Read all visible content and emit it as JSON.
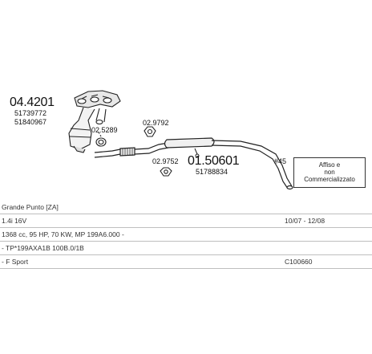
{
  "parts": {
    "manifold_cat": {
      "code": "04.4201",
      "refs": [
        "51739772",
        "51840967"
      ]
    },
    "gasket_a": {
      "code": "02.5289"
    },
    "gasket_b": {
      "code": "02.9752"
    },
    "clamp": {
      "code": "02.9792"
    },
    "mid_silencer": {
      "code": "01.50601",
      "ref": "51788834"
    },
    "tail_ref": {
      "code": "#45"
    }
  },
  "note": {
    "lines": [
      "Affiso e",
      "non",
      "Commercializzato"
    ]
  },
  "table": {
    "rows": [
      {
        "left": "Grande Punto [ZA]",
        "right": ""
      },
      {
        "left": "1.4i 16V",
        "right": "10/07 - 12/08"
      },
      {
        "left": "1368 cc, 95 HP, 70 KW, MP 199A6.000 -",
        "right": ""
      },
      {
        "left": "- TP*199AXA1B 100B.0/1B",
        "right": ""
      },
      {
        "left": "- F Sport",
        "right": "C100660"
      }
    ]
  }
}
